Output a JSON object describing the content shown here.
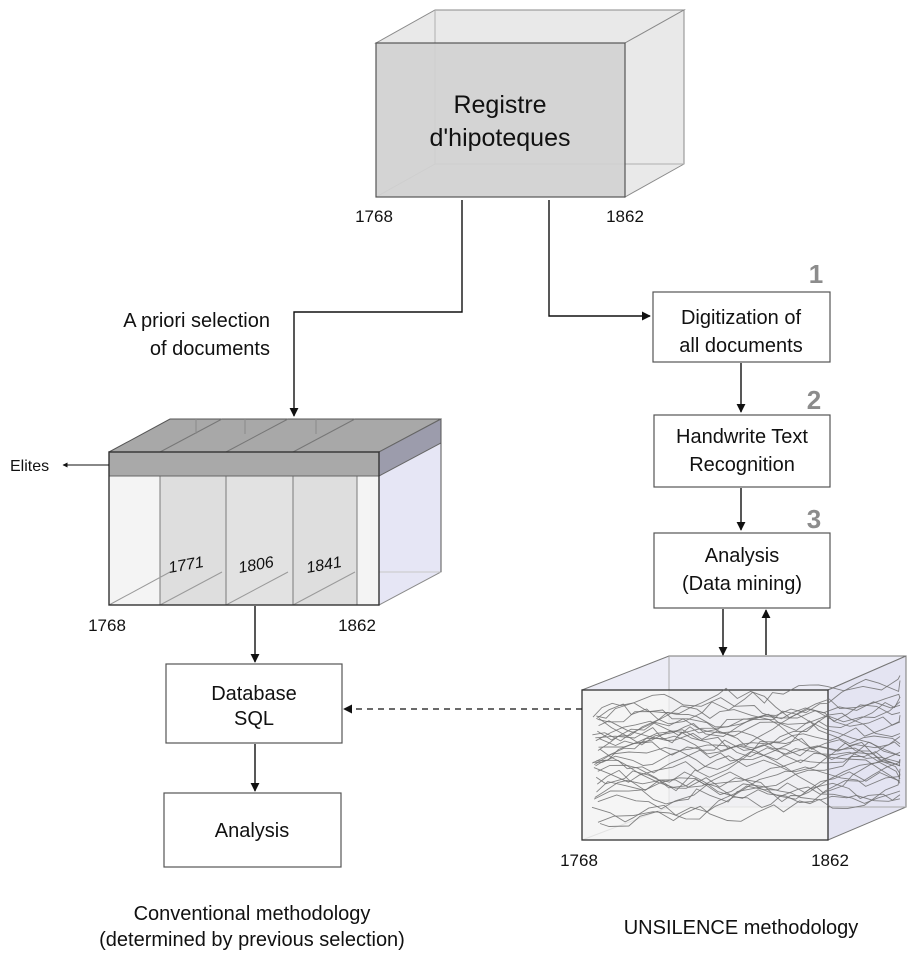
{
  "source": {
    "title_line1": "Registre",
    "title_line2": "d'hipoteques",
    "year_start": "1768",
    "year_end": "1862"
  },
  "conventional": {
    "selection_line1": "A priori selection",
    "selection_line2": "of documents",
    "elites_label": "Elites",
    "sample_years": [
      "1771",
      "1806",
      "1841"
    ],
    "year_start": "1768",
    "year_end": "1862",
    "database_line1": "Database",
    "database_line2": "SQL",
    "analysis_label": "Analysis",
    "caption_line1": "Conventional methodology",
    "caption_line2": "(determined by previous selection)"
  },
  "unsilence": {
    "steps": [
      {
        "number": "1",
        "line1": "Digitization of",
        "line2": "all documents"
      },
      {
        "number": "2",
        "line1": "Handwrite Text",
        "line2": "Recognition"
      },
      {
        "number": "3",
        "line1": "Analysis",
        "line2": "(Data mining)"
      }
    ],
    "year_start": "1768",
    "year_end": "1862",
    "caption": "UNSILENCE methodology"
  },
  "colors": {
    "box_front": "#d3d3d3",
    "box_edge": "#555555",
    "elites_band": "#a6a6a6",
    "lavender": "#e6e6f5",
    "step_number": "#8c8c8c",
    "lines": "#777777"
  }
}
